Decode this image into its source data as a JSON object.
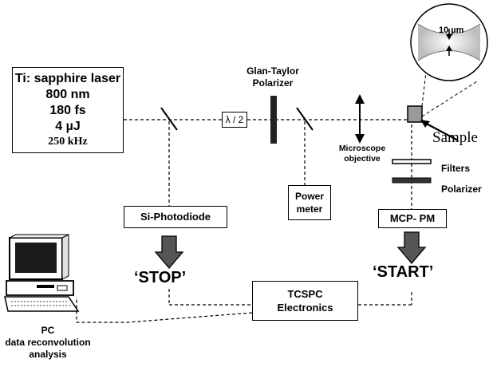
{
  "laser": {
    "lines": [
      "Ti: sapphire laser",
      "800 nm",
      "180 fs",
      "4 µJ",
      "250 kHz"
    ]
  },
  "waveplate": {
    "label": "λ / 2"
  },
  "polarizer_top": {
    "line1": "Glan-Taylor",
    "line2": "Polarizer"
  },
  "microscope": {
    "line1": "Microscope",
    "line2": "objective"
  },
  "sample": {
    "label": "Sample"
  },
  "magnifier": {
    "label": "10 µm"
  },
  "filters": {
    "label": "Filters"
  },
  "polarizer_side": {
    "label": "Polarizer"
  },
  "power_meter": {
    "line1": "Power",
    "line2": "meter"
  },
  "photodiode": {
    "label": "Si-Photodiode"
  },
  "mcp": {
    "label": "MCP- PM"
  },
  "stop": {
    "label": "‘STOP’"
  },
  "start": {
    "label": "‘START’"
  },
  "tcspc": {
    "line1": "TCSPC",
    "line2": "Electronics"
  },
  "pc": {
    "line1": "PC",
    "line2": "data reconvolution",
    "line3": "analysis"
  },
  "colors": {
    "stroke": "#000000",
    "arrow_fill": "#555555",
    "sample_fill": "#9a9a9a",
    "screen": "#1a1a1a"
  }
}
